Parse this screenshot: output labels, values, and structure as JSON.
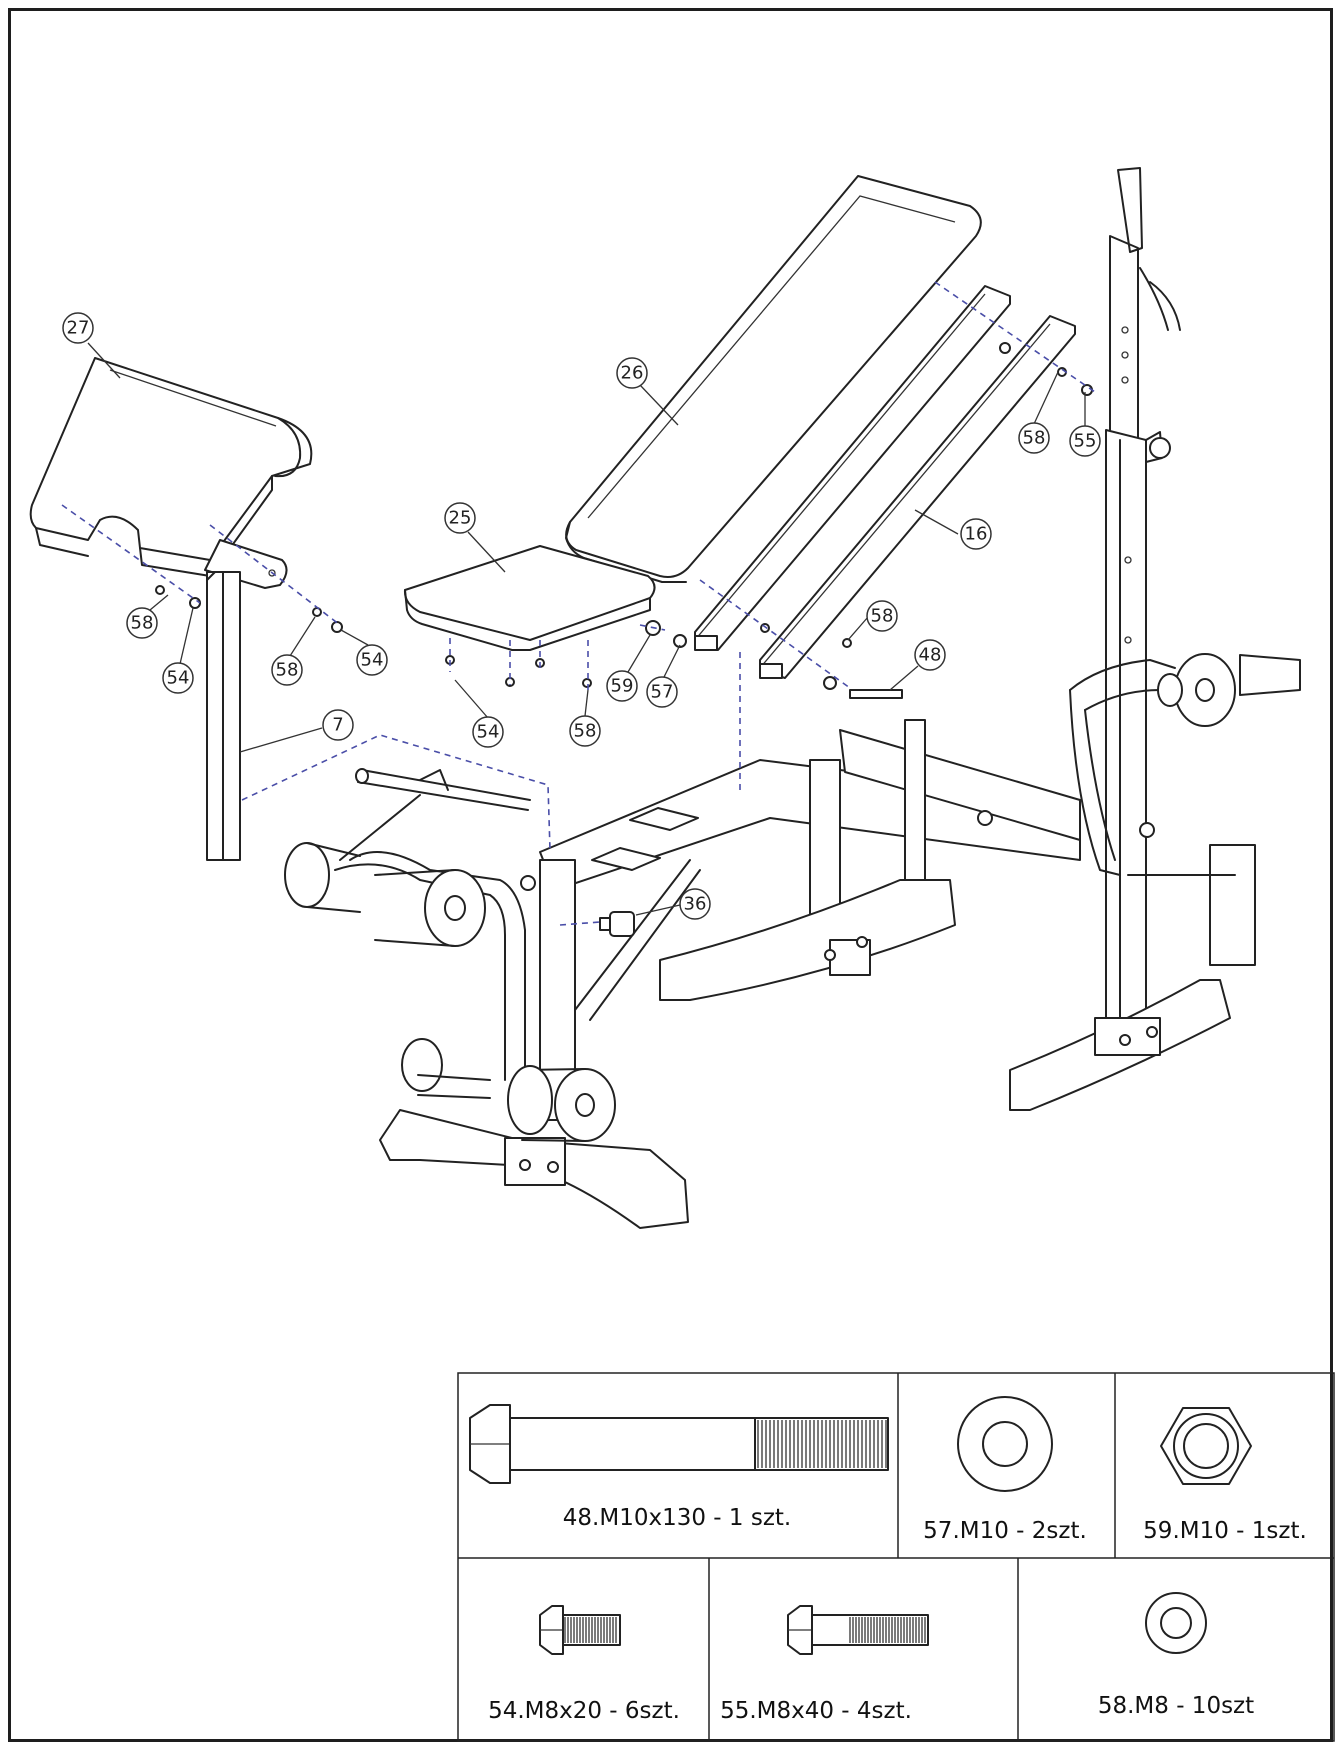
{
  "callouts": [
    {
      "id": "c27",
      "label": "27"
    },
    {
      "id": "c26",
      "label": "26"
    },
    {
      "id": "c25",
      "label": "25"
    },
    {
      "id": "c16",
      "label": "16"
    },
    {
      "id": "c58a",
      "label": "58"
    },
    {
      "id": "c55",
      "label": "55"
    },
    {
      "id": "c58b",
      "label": "58"
    },
    {
      "id": "c54a",
      "label": "54"
    },
    {
      "id": "c58c",
      "label": "58"
    },
    {
      "id": "c54b",
      "label": "54"
    },
    {
      "id": "c54c",
      "label": "54"
    },
    {
      "id": "c58d",
      "label": "58"
    },
    {
      "id": "c59",
      "label": "59"
    },
    {
      "id": "c57",
      "label": "57"
    },
    {
      "id": "c58e",
      "label": "58"
    },
    {
      "id": "c48",
      "label": "48"
    },
    {
      "id": "c7",
      "label": "7"
    },
    {
      "id": "c36",
      "label": "36"
    }
  ],
  "parts_table": {
    "row1": [
      {
        "label": "48.M10x130  -  1  szt.",
        "icon": "long-bolt-icon"
      },
      {
        "label": "57.M10  -  2szt.",
        "icon": "washer-icon"
      },
      {
        "label": "59.M10  -  1szt.",
        "icon": "hex-nut-icon"
      }
    ],
    "row2": [
      {
        "label": "54.M8x20  -  6szt.",
        "icon": "short-bolt-icon"
      },
      {
        "label": "55.M8x40  -  4szt.",
        "icon": "medium-bolt-icon"
      },
      {
        "label": "58.M8  -  10szt",
        "icon": "small-washer-icon"
      }
    ]
  }
}
